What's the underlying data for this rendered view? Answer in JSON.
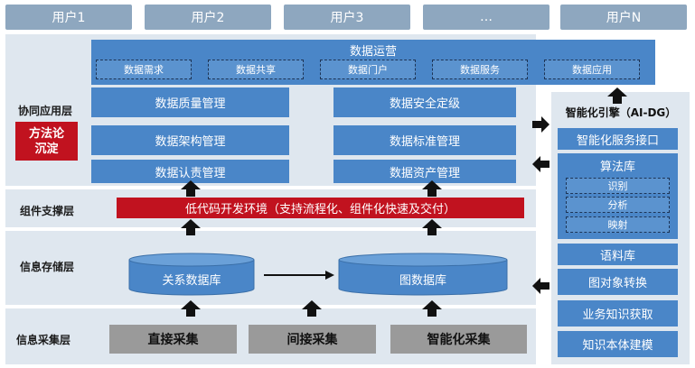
{
  "users": [
    "用户1",
    "用户2",
    "用户3",
    "…",
    "用户N"
  ],
  "layers": {
    "collab": "协同应用层",
    "component": "组件支撑层",
    "storage": "信息存储层",
    "collect": "信息采集层"
  },
  "methodology": "方法论\n沉淀",
  "data_ops": {
    "title": "数据运营",
    "items": [
      "数据需求",
      "数据共享",
      "数据门户",
      "数据服务",
      "数据应用"
    ]
  },
  "management": {
    "left": [
      "数据质量管理",
      "数据架构管理",
      "数据认责管理"
    ],
    "right": [
      "数据安全定级",
      "数据标准管理",
      "数据资产管理"
    ]
  },
  "lowcode": "低代码开发环境（支持流程化、组件化快速及交付）",
  "databases": {
    "relational": "关系数据库",
    "graph": "图数据库"
  },
  "collection": [
    "直接采集",
    "间接采集",
    "智能化采集"
  ],
  "ai_engine": {
    "title": "智能化引擎（AI-DG）",
    "service_api": "智能化服务接口",
    "algo_lib": "算法库",
    "algo_items": [
      "识别",
      "分析",
      "映射"
    ],
    "corpus": "语料库",
    "graph_convert": "图对象转换",
    "biz_knowledge": "业务知识获取",
    "ontology": "知识本体建模"
  }
}
